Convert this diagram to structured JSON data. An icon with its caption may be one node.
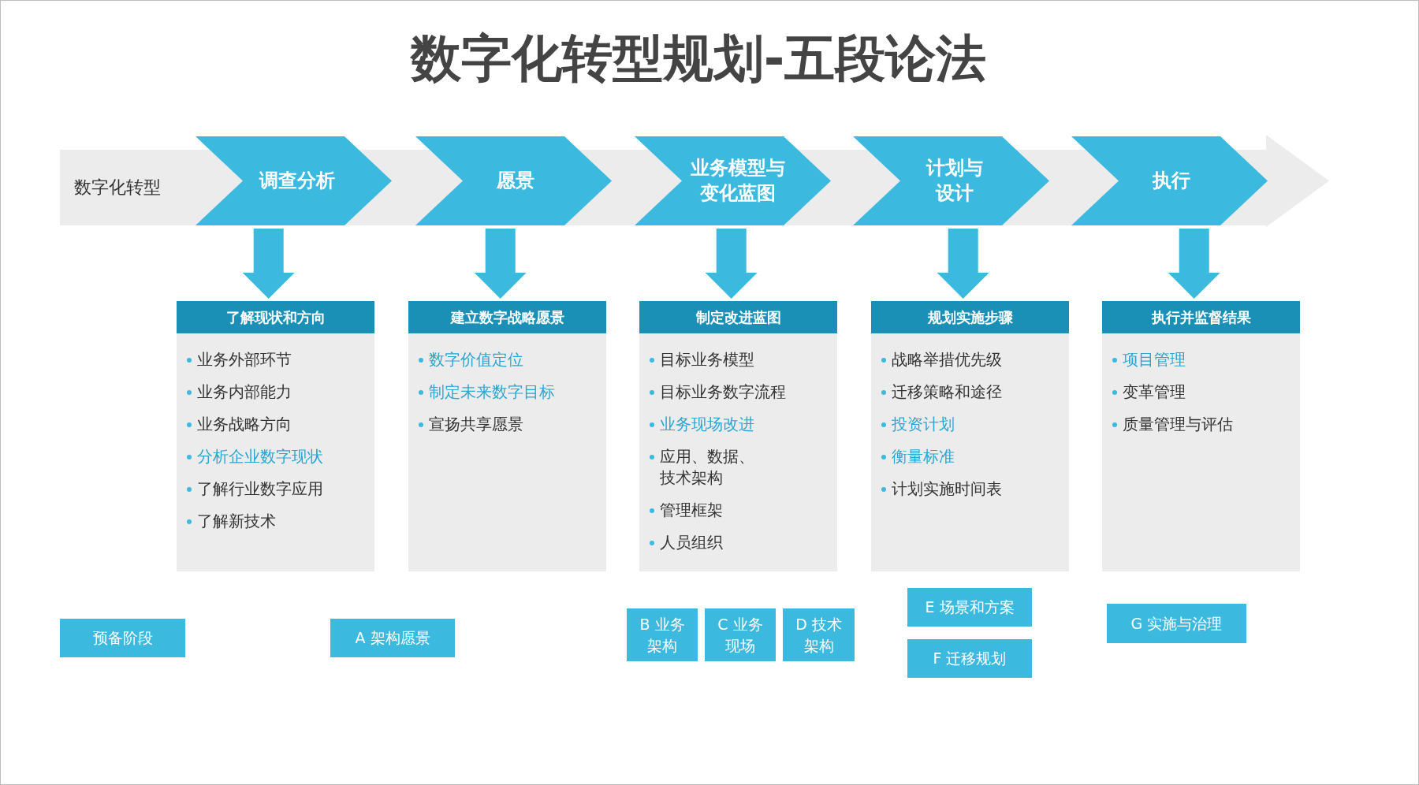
{
  "diagram": {
    "title": "数字化转型规划-五段论法",
    "nodes": [
      {
        "text": [
          "数字化转型"
        ]
      },
      {
        "text": [
          "调查分析"
        ],
        "in": 0
      },
      {
        "text": [
          "愿景"
        ],
        "in": 0
      },
      {
        "text": [
          "业务模型与变化蓝图"
        ],
        "in": 0
      },
      {
        "text": [
          "计划与设计"
        ],
        "in": 0
      },
      {
        "text": [
          "执行"
        ],
        "in": 0
      },
      {
        "text": [
          "了解现状和方向",
          "业务外部环节",
          "业务内部能力",
          "业务战略方向",
          "分析企业数字现状",
          "了解行业数字应用",
          "了解新技术"
        ]
      },
      {
        "text": [
          "建立数字战略愿景",
          "数字价值定位",
          "制定未来数字目标",
          "宣扬共享愿景"
        ]
      },
      {
        "text": [
          "制定改进蓝图",
          "目标业务模型",
          "目标业务数字流程",
          "业务现场改进",
          "应用、数据、技术架构",
          "管理框架",
          "人员组织"
        ]
      },
      {
        "text": [
          "规划实施步骤",
          "战略举措优先级",
          "迁移策略和途径",
          "投资计划",
          "衡量标准",
          "计划实施时间表"
        ]
      },
      {
        "text": [
          "执行并监督结果",
          "项目管理",
          "变革管理",
          "质量管理与评估"
        ]
      },
      {
        "text": [
          "预备阶段"
        ]
      },
      {
        "text": [
          "A 架构愿景"
        ]
      },
      {
        "text": [
          "B 业务架构"
        ]
      },
      {
        "text": [
          "C 业务现场"
        ]
      },
      {
        "text": [
          "D 技术架构"
        ]
      },
      {
        "text": [
          "E 场景和方案"
        ]
      },
      {
        "text": [
          "F 迁移规划"
        ]
      },
      {
        "text": [
          "G 实施与治理"
        ]
      }
    ],
    "edges": [
      {
        "from": 1,
        "to": 6,
        "arrow": "to"
      },
      {
        "from": 2,
        "to": 7,
        "arrow": "to"
      },
      {
        "from": 3,
        "to": 8,
        "arrow": "to"
      },
      {
        "from": 4,
        "to": 9,
        "arrow": "to"
      },
      {
        "from": 5,
        "to": 10,
        "arrow": "to"
      }
    ]
  }
}
